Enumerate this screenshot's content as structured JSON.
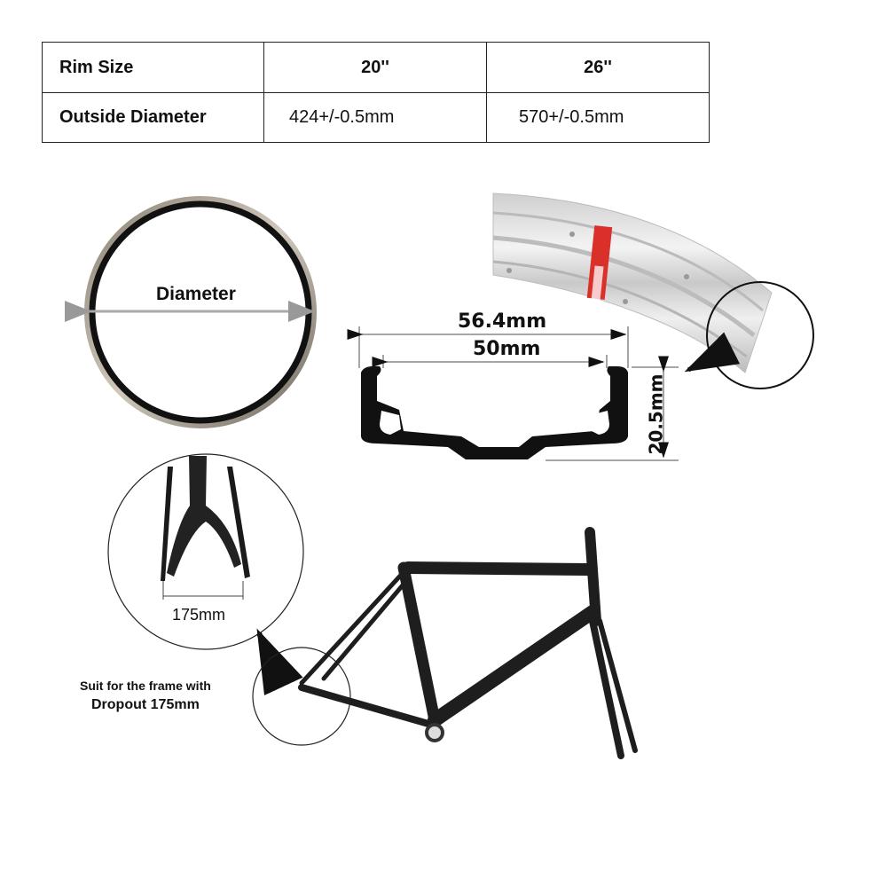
{
  "table": {
    "header_row": {
      "label": "Rim Size",
      "col1": "20''",
      "col2": "26''"
    },
    "rows": [
      {
        "label": "Outside Diameter",
        "col1": "424+/-0.5mm",
        "col2": "570+/-0.5mm"
      }
    ]
  },
  "rim_ring": {
    "label": "Diameter"
  },
  "rim_profile": {
    "outer_width": "56.4mm",
    "inner_width": "50mm",
    "height": "20.5mm"
  },
  "dropout_detail": {
    "label": "175mm"
  },
  "note": {
    "line1": "Suit for the frame with",
    "line2": "Dropout 175mm"
  },
  "colors": {
    "line": "#222222",
    "rim_silver": "#d9d9d9",
    "label_red": "#d9302a",
    "frame": "#1e1e1e",
    "dimension_gray": "#999999"
  }
}
